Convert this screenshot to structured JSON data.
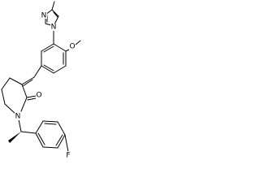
{
  "molecule": {
    "atoms": {
      "imidazole_n_top": "N",
      "imidazole_n_bottom": "N",
      "methoxy_o": "O",
      "methoxy_c": "",
      "lactam_o": "O",
      "lactam_n": "N",
      "fluorine": "F"
    },
    "colors": {
      "bond": "#000000",
      "label": "#000000",
      "background": "#ffffff"
    }
  }
}
